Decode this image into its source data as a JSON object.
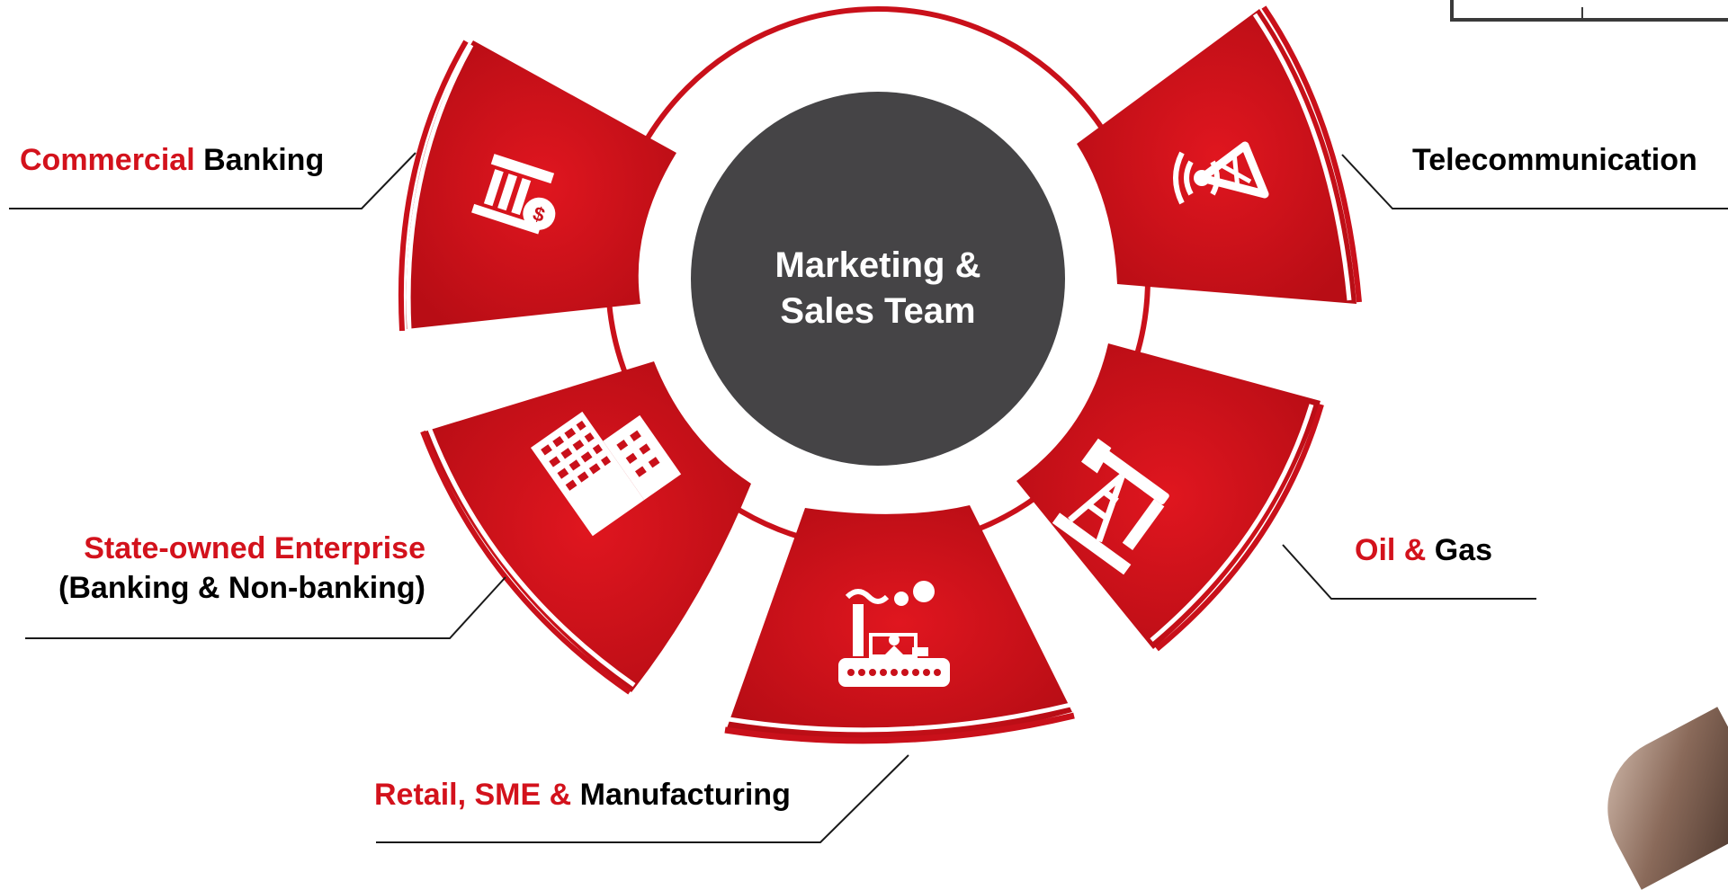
{
  "center": {
    "line1": "Marketing &",
    "line2": "Sales Team"
  },
  "segments": [
    {
      "id": "commercial-banking",
      "icon": "bank-icon",
      "label": [
        {
          "text": "Commercial",
          "color": "red"
        },
        {
          "text": " Banking",
          "color": "black"
        }
      ]
    },
    {
      "id": "state-owned",
      "icon": "office-building-icon",
      "label_line1": [
        {
          "text": "State-owned Enterprise",
          "color": "red"
        }
      ],
      "label_line2": [
        {
          "text": "(Banking & Non-banking)",
          "color": "black"
        }
      ]
    },
    {
      "id": "retail-sme",
      "icon": "factory-icon",
      "label": [
        {
          "text": "Retail, SME &",
          "color": "red"
        },
        {
          "text": " Manufacturing",
          "color": "black"
        }
      ]
    },
    {
      "id": "oil-gas",
      "icon": "oil-pump-icon",
      "label": [
        {
          "text": "Oil &",
          "color": "red"
        },
        {
          "text": " Gas",
          "color": "black"
        }
      ]
    },
    {
      "id": "telecommunication",
      "icon": "radio-tower-icon",
      "label": [
        {
          "text": "Telecommunication",
          "color": "black"
        }
      ]
    }
  ],
  "colors": {
    "segment": "#d3121c",
    "segment_dark": "#b30d16",
    "center": "#454446",
    "label_red": "#d3121c",
    "label_black": "#000000"
  }
}
